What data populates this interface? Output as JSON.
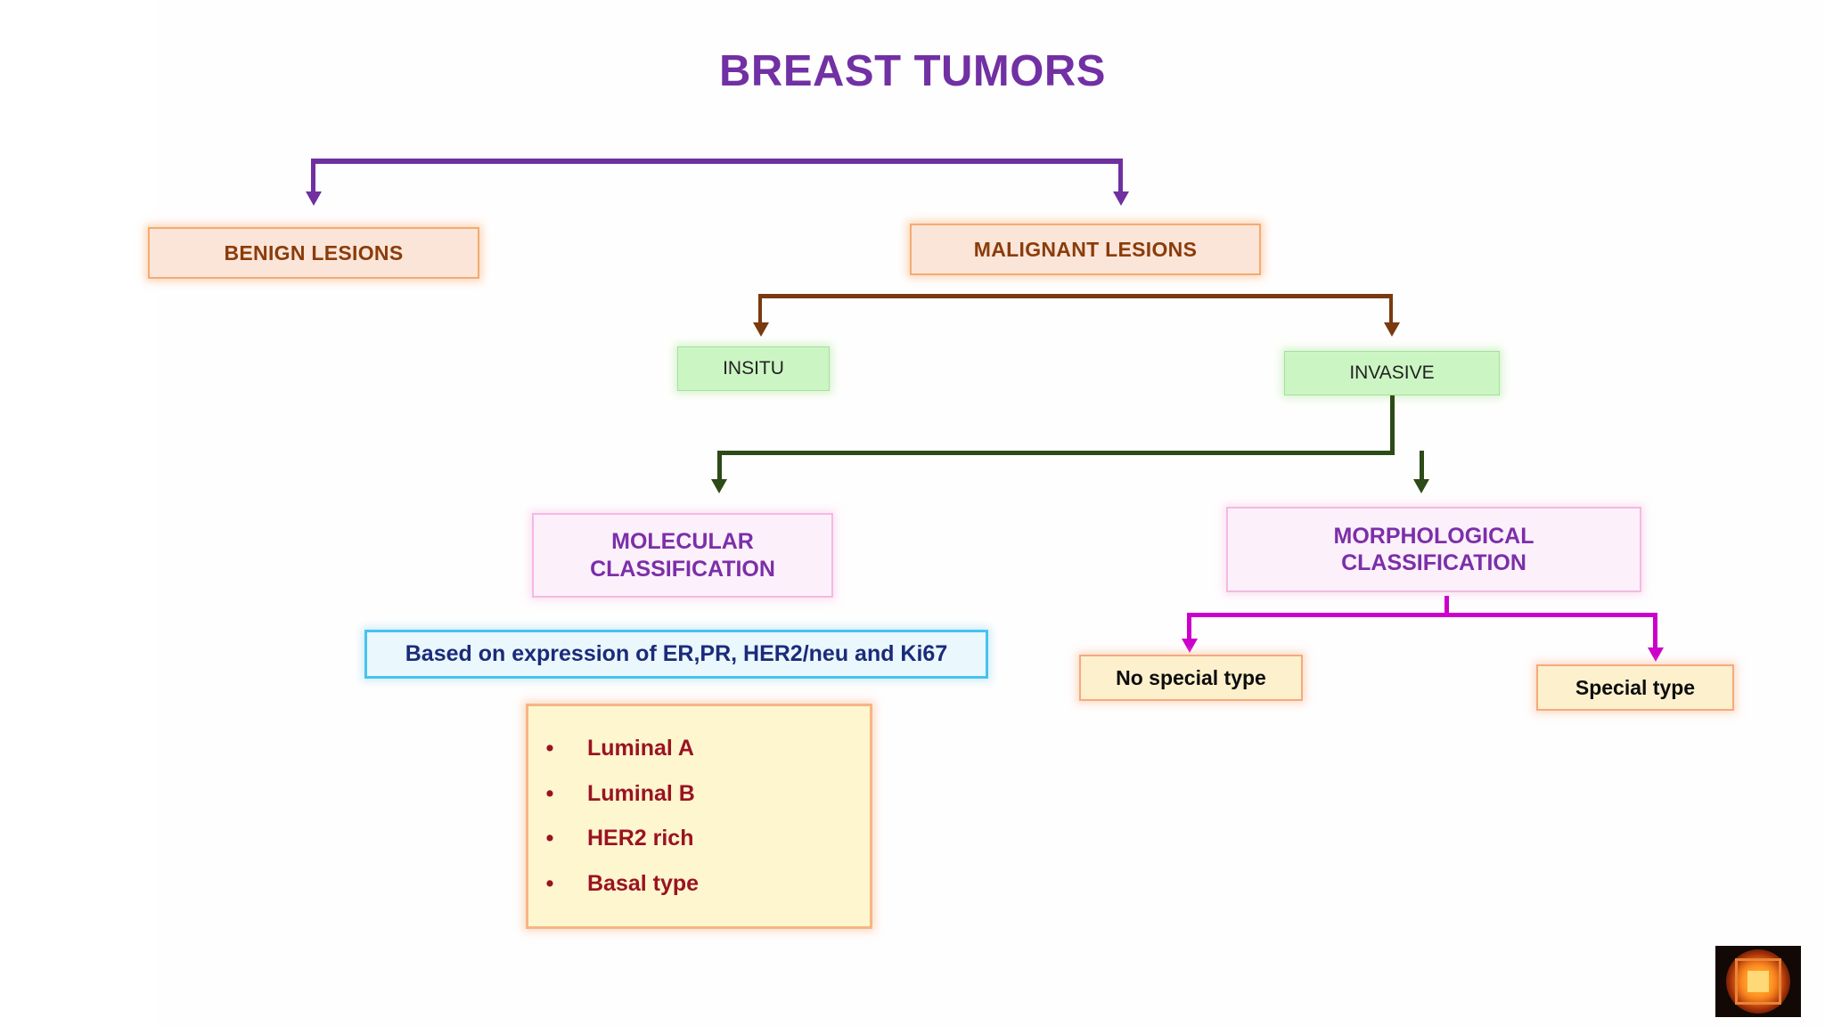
{
  "slide": {
    "title": "BREAST TUMORS",
    "title_color": "#7130a3",
    "background_color": "#ffffff"
  },
  "nodes": {
    "benign": {
      "label": "BENIGN LESIONS",
      "fill": "#fbe5d8",
      "border": "#f3ab72",
      "text_color": "#8a3c0b"
    },
    "malignant": {
      "label": "MALIGNANT LESIONS",
      "fill": "#fbe5d8",
      "border": "#f3ab72",
      "text_color": "#8a3c0b"
    },
    "insitu": {
      "label": "INSITU",
      "fill": "#ccf5c4",
      "border": "#a5e09a",
      "text_color": "#222222"
    },
    "invasive": {
      "label": "INVASIVE",
      "fill": "#ccf5c4",
      "border": "#a5e09a",
      "text_color": "#222222"
    },
    "molecular": {
      "line1": "MOLECULAR",
      "line2": "CLASSIFICATION",
      "fill": "#fcf0fb",
      "border": "#f4b9e2",
      "text_color": "#7b2fa8"
    },
    "morphological": {
      "line1": "MORPHOLOGICAL",
      "line2": "CLASSIFICATION",
      "fill": "#fcf0fb",
      "border": "#f4b9e2",
      "text_color": "#7b2fa8"
    },
    "expression_basis": {
      "label": "Based on expression of ER,PR, HER2/neu and Ki67",
      "fill": "#eaf7fd",
      "border": "#46c3ef",
      "text_color": "#1b2b7a"
    },
    "no_special_type": {
      "label": "No special type",
      "fill": "#fcf0cd",
      "border": "#f6a97c",
      "text_color": "#0d0d0d"
    },
    "special_type": {
      "label": "Special type",
      "fill": "#fcf0cd",
      "border": "#f6a97c",
      "text_color": "#0d0d0d"
    }
  },
  "molecular_subtypes": {
    "bullet_glyph": "•",
    "text_color": "#9a1322",
    "items": [
      {
        "label": "Luminal A"
      },
      {
        "label": "Luminal B"
      },
      {
        "label": "HER2 rich"
      },
      {
        "label": "Basal type"
      }
    ]
  },
  "connectors": {
    "tumors_split": {
      "color": "#7030a0",
      "from": "BREAST TUMORS",
      "to": [
        "BENIGN LESIONS",
        "MALIGNANT LESIONS"
      ]
    },
    "malignant_split": {
      "color": "#7a3a10",
      "from": "MALIGNANT LESIONS",
      "to": [
        "INSITU",
        "INVASIVE"
      ]
    },
    "invasive_split": {
      "color": "#2d4a17",
      "from": "INVASIVE",
      "to": [
        "MOLECULAR CLASSIFICATION",
        "MORPHOLOGICAL CLASSIFICATION"
      ]
    },
    "morphological_split": {
      "color": "#cc00cc",
      "from": "MORPHOLOGICAL CLASSIFICATION",
      "to": [
        "No special type",
        "Special type"
      ]
    }
  },
  "watermark": {
    "name": "sri-yantra-logo"
  }
}
